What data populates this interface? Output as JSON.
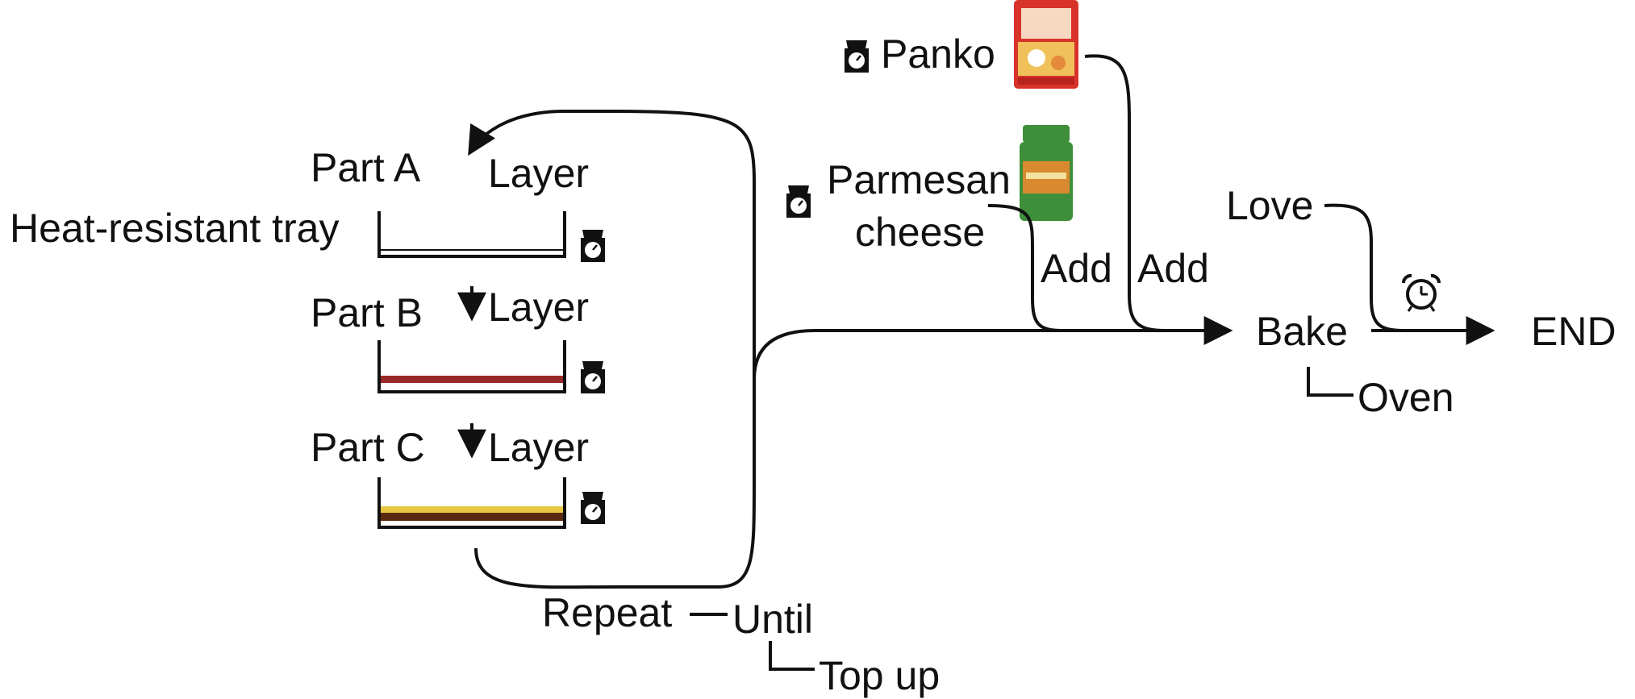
{
  "labels": {
    "panko": "Panko",
    "parmesan_line1": "Parmesan",
    "parmesan_line2": "cheese",
    "part_a": "Part A",
    "part_b": "Part B",
    "part_c": "Part C",
    "layer_a": "Layer",
    "layer_b": "Layer",
    "layer_c": "Layer",
    "tray": "Heat-resistant tray",
    "add_1": "Add",
    "add_2": "Add",
    "love": "Love",
    "bake": "Bake",
    "oven": "Oven",
    "end": "END",
    "repeat": "Repeat",
    "until": "Until",
    "top_up": "Top up"
  },
  "icons": {
    "scale": "kitchen-scale-icon",
    "timer": "alarm-clock-icon",
    "panko_pack": "panko-package-image",
    "cheese_can": "parmesan-shaker-image"
  },
  "colors": {
    "line": "#111111",
    "layer_b": "#9a2a2a",
    "layer_c_top": "#e8c840",
    "layer_c_bottom": "#5a2a10",
    "panko_red": "#d8332b",
    "panko_yellow": "#f0c15a",
    "cheese_green": "#3f8f3a",
    "cheese_orange": "#d9892f"
  }
}
